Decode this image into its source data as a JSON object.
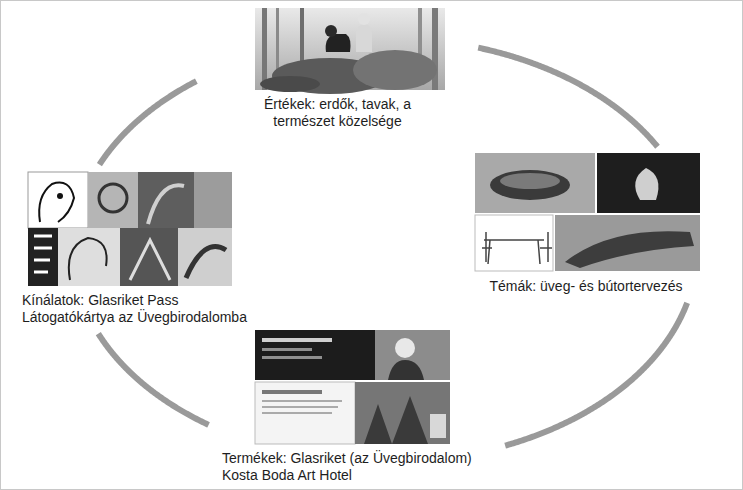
{
  "diagram": {
    "nodes": [
      {
        "text": [
          "Értékek: erdők, tavak, a természet közelsége"
        ]
      },
      {
        "text": [
          "Kínálatok: Glasriket Pass Látogatókártya az Üvegbirodalomba"
        ]
      },
      {
        "text": [
          "Témák: üveg- és bútortervezés"
        ]
      },
      {
        "text": [
          "Termékek: Glasriket (az Üvegbirodalom) Kosta Boda Art Hotel"
        ]
      }
    ],
    "edges": [
      {
        "from": 0,
        "to": 2,
        "arrow": "none"
      },
      {
        "from": 2,
        "to": 3,
        "arrow": "none"
      },
      {
        "from": 3,
        "to": 1,
        "arrow": "none"
      },
      {
        "from": 1,
        "to": 0,
        "arrow": "none"
      }
    ]
  }
}
